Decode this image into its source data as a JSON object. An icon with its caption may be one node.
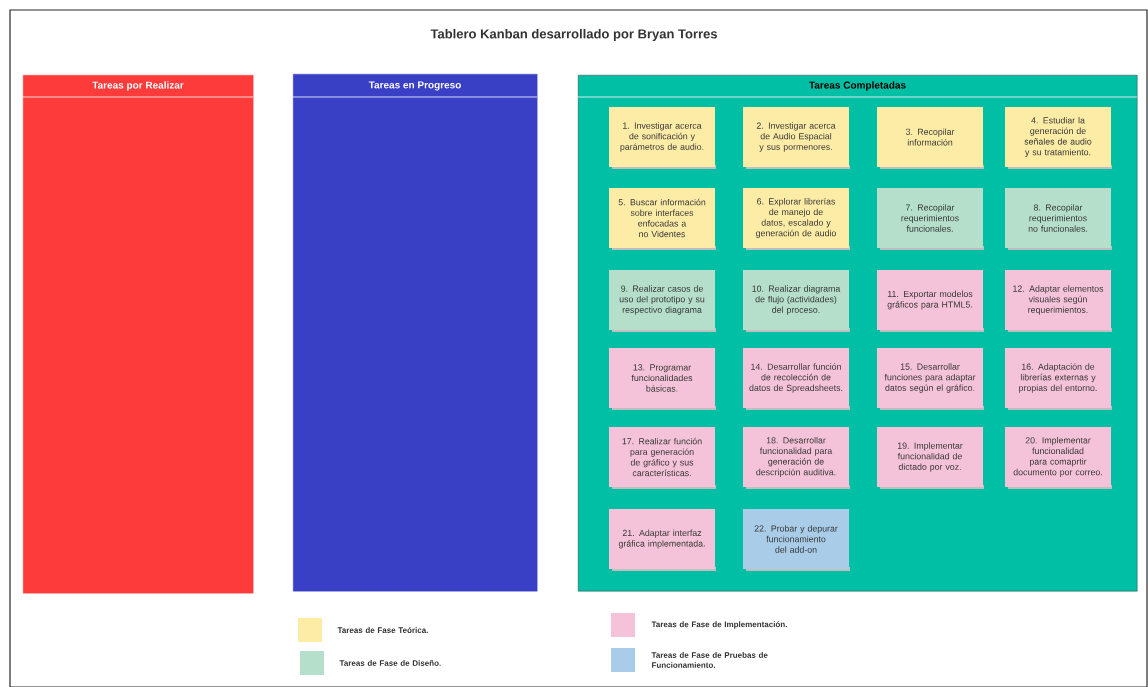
{
  "diagram": {
    "title": "Tablero Kanban desarrollado por Bryan Torres",
    "nodes": [
      {
        "text": [
          "Tareas por Realizar"
        ]
      },
      {
        "text": [
          "Tareas en Progreso"
        ]
      },
      {
        "text": [
          "Tareas Completadas"
        ]
      },
      {
        "text": [
          "1. Investigar acerca de sonificación y parámetros de audio."
        ],
        "in": 2
      },
      {
        "text": [
          "2. Investigar acerca de Audio Espacial y sus pormenores."
        ],
        "in": 2
      },
      {
        "text": [
          "3. Recopilar información"
        ],
        "in": 2
      },
      {
        "text": [
          "4. Estudiar la generación de señales de audio y su tratamiento."
        ],
        "in": 2
      },
      {
        "text": [
          "5. Buscar información sobre interfaces enfocadas a no Videntes"
        ],
        "in": 2
      },
      {
        "text": [
          "6. Explorar librerías de manejo de datos, escalado y generación de audio"
        ],
        "in": 2
      },
      {
        "text": [
          "7. Recopilar requerimientos funcionales."
        ],
        "in": 2
      },
      {
        "text": [
          "8. Recopilar requerimientos no funcionales."
        ],
        "in": 2
      },
      {
        "text": [
          "9. Realizar casos de uso del prototipo y su respectivo diagrama"
        ],
        "in": 2
      },
      {
        "text": [
          "10. Realizar diagrama de flujo (actividades) del proceso."
        ],
        "in": 2
      },
      {
        "text": [
          "11. Exportar modelos gráficos para HTML5."
        ],
        "in": 2
      },
      {
        "text": [
          "12. Adaptar elementos visuales según requerimientos."
        ],
        "in": 2
      },
      {
        "text": [
          "13. Programar funcionalidades básicas."
        ],
        "in": 2
      },
      {
        "text": [
          "14. Desarrollar función de recolección de datos de Spreadsheets."
        ],
        "in": 2
      },
      {
        "text": [
          "15. Desarrollar funciones para adaptar datos según el gráfico."
        ],
        "in": 2
      },
      {
        "text": [
          "16. Adaptación de librerías externas y propias del entorno."
        ],
        "in": 2
      },
      {
        "text": [
          "17. Realizar función para generación de gráfico y sus características."
        ],
        "in": 2
      },
      {
        "text": [
          "18. Desarrollar funcionalidad para generación de descripción auditiva."
        ],
        "in": 2
      },
      {
        "text": [
          "19. Implementar funcionalidad de dictado por voz."
        ],
        "in": 2
      },
      {
        "text": [
          "20. Implementar funcionalidad para comaprtir documento por correo."
        ],
        "in": 2
      },
      {
        "text": [
          "21. Adaptar interfaz gráfica implementada."
        ],
        "in": 2
      },
      {
        "text": [
          "22. Probar y depurar funcionamiento del add-on"
        ],
        "in": 2
      }
    ],
    "legend": [
      {
        "text": "Tareas de Fase Teórica.",
        "color": "#fdeca6"
      },
      {
        "text": "Tareas de Fase de Diseño.",
        "color": "#b5dfcb"
      },
      {
        "text": "Tareas de Fase de Implementación.",
        "color": "#f5c3d9"
      },
      {
        "text": "Tareas de Fase de Pruebas de Funcionamiento.",
        "color": "#a9cde8"
      }
    ]
  }
}
